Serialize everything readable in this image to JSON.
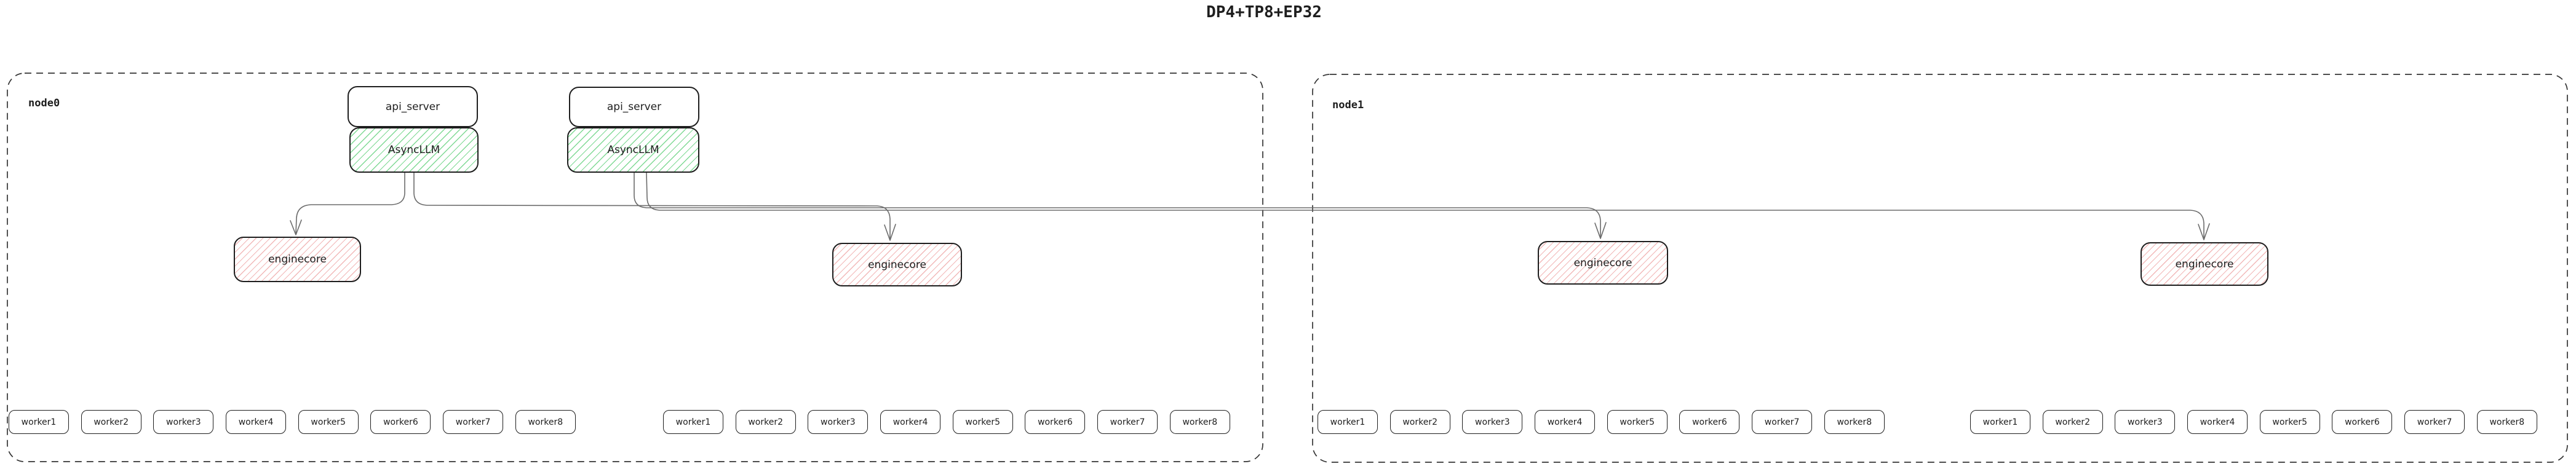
{
  "title": "DP4+TP8+EP32",
  "colors": {
    "ink": "#1e1e1e",
    "edge": "#6b6b6b",
    "node_border": "#343434",
    "green_hatch": "#7fd994",
    "red_hatch": "#f2b8b8"
  },
  "node0": {
    "label": "node0",
    "api_servers": [
      {
        "label": "api_server"
      },
      {
        "label": "api_server"
      }
    ],
    "asyncllms": [
      {
        "label": "AsyncLLM"
      },
      {
        "label": "AsyncLLM"
      }
    ],
    "enginecores": [
      {
        "label": "enginecore"
      },
      {
        "label": "enginecore"
      }
    ],
    "worker_groups": [
      {
        "workers": [
          "worker1",
          "worker2",
          "worker3",
          "worker4",
          "worker5",
          "worker6",
          "worker7",
          "worker8"
        ]
      },
      {
        "workers": [
          "worker1",
          "worker2",
          "worker3",
          "worker4",
          "worker5",
          "worker6",
          "worker7",
          "worker8"
        ]
      }
    ]
  },
  "node1": {
    "label": "node1",
    "enginecores": [
      {
        "label": "enginecore"
      },
      {
        "label": "enginecore"
      }
    ],
    "worker_groups": [
      {
        "workers": [
          "worker1",
          "worker2",
          "worker3",
          "worker4",
          "worker5",
          "worker6",
          "worker7",
          "worker8"
        ]
      },
      {
        "workers": [
          "worker1",
          "worker2",
          "worker3",
          "worker4",
          "worker5",
          "worker6",
          "worker7",
          "worker8"
        ]
      }
    ]
  }
}
